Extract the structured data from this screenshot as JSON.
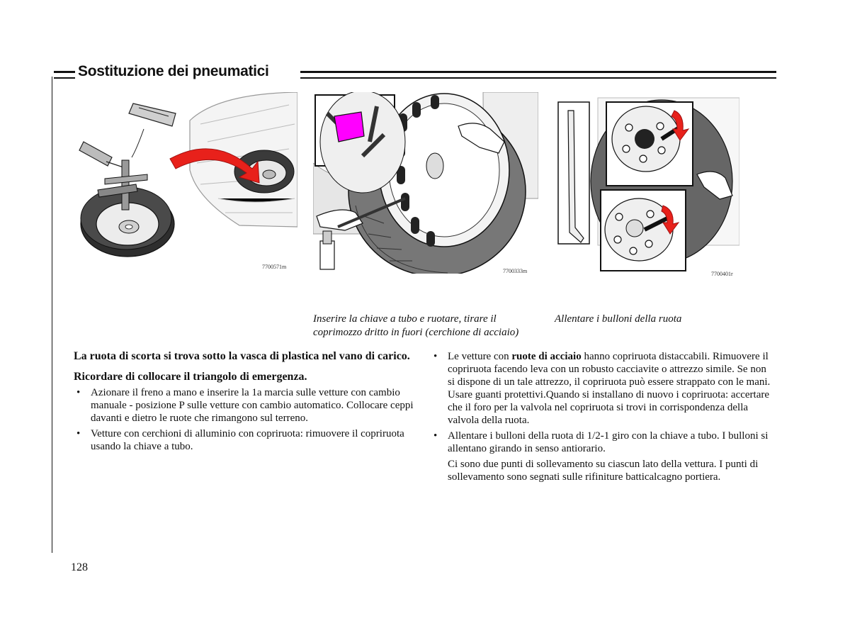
{
  "header": {
    "title": "Sostituzione dei pneumatici"
  },
  "figures": [
    {
      "code": "7700571m",
      "icon": "spare-wheel-and-tools-illustration"
    },
    {
      "code": "7700333m",
      "icon": "remove-hubcap-illustration"
    },
    {
      "code": "7700401r",
      "icon": "loosen-wheel-bolts-illustration"
    }
  ],
  "captions": {
    "fig2": "Inserire la chiave a tubo e ruotare, tirare il coprimozzo dritto in fuori (cerchione di acciaio)",
    "fig3": "Allentare i bulloni della ruota"
  },
  "left_column": {
    "lead1": "La ruota di scorta si trova sotto la vasca di plastica nel vano di carico.",
    "lead2": "Ricordare di collocare il triangolo di emergenza.",
    "bullets": [
      "Azionare il freno a mano e inserire la 1a marcia sulle vetture con cambio manuale - posizione P sulle vetture con cambio automatico. Collocare ceppi davanti e dietro le ruote che rimangono sul terreno.",
      "Vetture con cerchioni di alluminio con copriruota: rimuovere il copriruota usando la chiave a tubo."
    ]
  },
  "right_column": {
    "bullet1_prefix": "Le vetture con ",
    "bullet1_bold": "ruote di acciaio",
    "bullet1_suffix": " hanno copriruota distaccabili. Rimuovere il copriruota facendo leva con un robusto cacciavite o attrezzo simile. Se non si dispone di un tale attrezzo, il copriruota può essere strappato con le mani. Usare guanti protettivi.Quando si installano di nuovo i copriruota: accertare che il foro per la valvola nel copriruota si trovi in corrispondenza della valvola della ruota.",
    "bullet2": "Allentare i bulloni della ruota di 1/2-1 giro con la chiave a tubo. I bulloni si allentano girando in senso antiorario.",
    "para": "Ci sono due punti di sollevamento su ciascun lato della vettura. I punti di sollevamento sono segnati sulle rifiniture batticalcagno portiera."
  },
  "bullet_symbol": "•",
  "page_number": "128",
  "colors": {
    "arrow": "#e8211b",
    "highlight": "#ff00ff",
    "ink": "#111111"
  }
}
